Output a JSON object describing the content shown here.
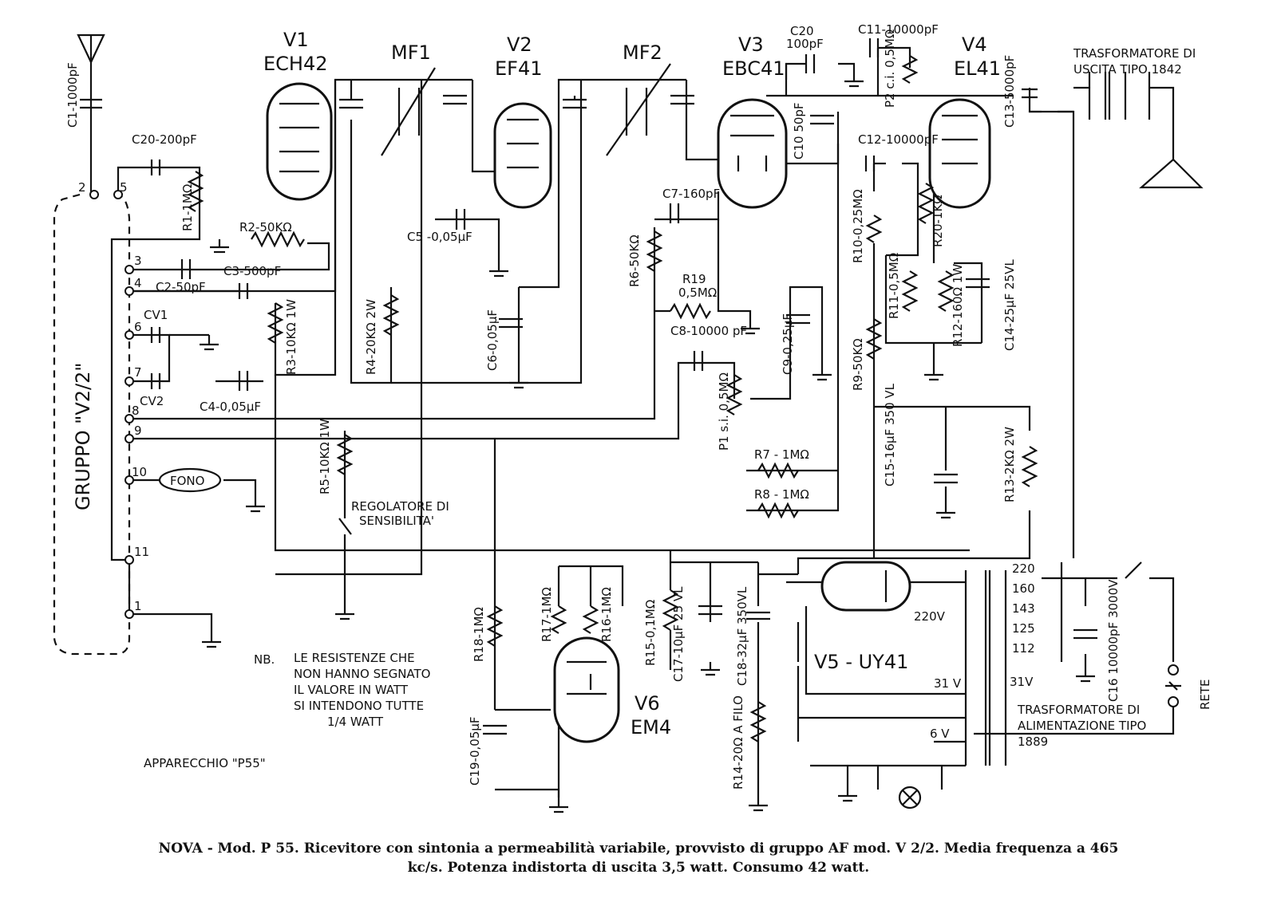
{
  "tubes": {
    "v1": {
      "ref": "V1",
      "type": "ECH42"
    },
    "v2": {
      "ref": "V2",
      "type": "EF41"
    },
    "v3": {
      "ref": "V3",
      "type": "EBC41"
    },
    "v4": {
      "ref": "V4",
      "type": "EL41"
    },
    "v5": "V5 - UY41",
    "v6": {
      "ref": "V6",
      "type": "EM4"
    }
  },
  "if_transformers": {
    "mf1": "MF1",
    "mf2": "MF2"
  },
  "output_transformer": {
    "line1": "TRASFORMATORE DI",
    "line2": "USCITA TIPO 1842"
  },
  "power_transformer": {
    "line1": "TRASFORMATORE DI",
    "line2": "ALIMENTAZIONE TIPO",
    "line3": "1889"
  },
  "components": {
    "c1": "C1-1000pF",
    "c20a": "C20-200pF",
    "c20b_ref": "C20",
    "c20b_val": "100pF",
    "c11": "C11-10000pF",
    "c10": "C10 50pF",
    "c12": "C12-10000pF",
    "c13": "C13-5000pF",
    "c2": "C2-50pF",
    "c3": "C3-500pF",
    "c4": "C4-0,05μF",
    "c5": "C5 -0,05μF",
    "c6": "C6-0,05μF",
    "c7": "C7-160pF",
    "c8": "C8-10000 pF",
    "c9": "C9-0,25μF",
    "c14": "C14-25μF 25VL",
    "c15": "C15-16μF 350 VL",
    "c16": "C16 10000pF 3000V",
    "c17": "C17-10μF 25 VL",
    "c18": "C18-32μF 350VL",
    "c19": "C19-0,05μF",
    "cv1": "CV1",
    "cv2": "CV2",
    "r1": "R1-1MΩ",
    "r2": "R2-50KΩ",
    "r3": "R3-10KΩ 1W",
    "r4": "R4-20KΩ 2W",
    "r5": "R5-10KΩ 1W",
    "r6": "R6-50KΩ",
    "r19_ref": "R19",
    "r19_val": "0,5MΩ",
    "p1": "P1 s.i. 0,5MΩ",
    "p2": "P2 c.i. 0,5MΩ",
    "r7": "R7 - 1MΩ",
    "r8": "R8 - 1MΩ",
    "r9": "R9-50KΩ",
    "r10": "R10-0,25MΩ",
    "r11": "R11-0,5MΩ",
    "r12": "R12-160Ω 1W",
    "r20": "R20-1KΩ",
    "r13": "R13-2KΩ 2W",
    "r14": "R14-20Ω A FILO",
    "r15": "R15-0,1MΩ",
    "r16": "R16-1MΩ",
    "r17": "R17-1MΩ",
    "r18": "R18-1MΩ"
  },
  "gruppo": {
    "label": "GRUPPO \"V2/2\"",
    "pins": [
      "2",
      "5",
      "3",
      "4",
      "6",
      "7",
      "8",
      "9",
      "10",
      "11",
      "1"
    ]
  },
  "fono": "FONO",
  "sensitivity": {
    "line1": "REGOLATORE DI",
    "line2": "SENSIBILITA'"
  },
  "taps": [
    "220",
    "160",
    "143",
    "125",
    "112"
  ],
  "voltages": {
    "hv": "220V",
    "v31a": "31V",
    "v31b": "31 V",
    "v6": "6 V"
  },
  "rete": "RETE",
  "note": {
    "prefix": "NB.",
    "lines": [
      "LE RESISTENZE CHE",
      "NON HANNO SEGNATO",
      "IL VALORE IN WATT",
      "SI INTENDONO TUTTE",
      "1/4 WATT"
    ]
  },
  "apparecchio": "APPARECCHIO \"P55\"",
  "caption": {
    "line1": "NOVA - Mod. P 55. Ricevitore con sintonia a permeabilità variabile, provvisto di gruppo AF mod. V 2/2. Media frequenza a 465",
    "line2": "kc/s. Potenza indistorta di uscita 3,5 watt. Consumo 42 watt."
  }
}
